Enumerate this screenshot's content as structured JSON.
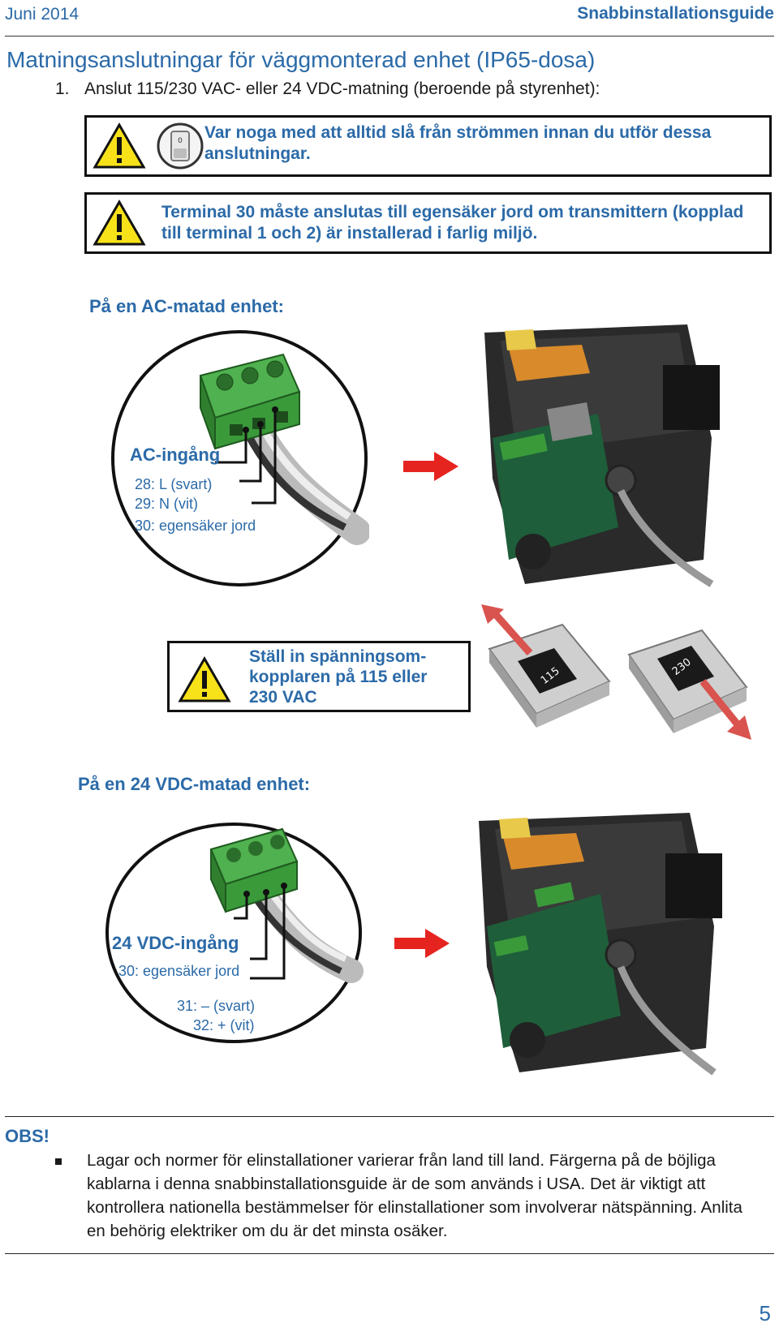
{
  "header": {
    "date": "Juni 2014",
    "guide": "Snabbinstallationsguide"
  },
  "section": {
    "title": "Matningsanslutningar för väggmonterad enhet (IP65-dosa)",
    "step_number": "1.",
    "step_text": "Anslut 115/230 VAC- eller 24 VDC-matning (beroende på styrenhet):"
  },
  "warnings": {
    "power_off": "Var noga med att alltid slå från strömmen innan du utför dessa anslutningar.",
    "terminal30": "Terminal 30 måste anslutas till egensäker jord om transmittern (kopplad till terminal 1 och 2) är installerad i farlig miljö.",
    "voltage_switch": "Ställ in spänningsom-kopplaren på 115 eller 230 VAC"
  },
  "ac": {
    "heading": "På en AC-matad enhet:",
    "input_label": "AC-ingång",
    "terminals": [
      "28: L (svart)",
      "29: N (vit)",
      "30: egensäker jord"
    ]
  },
  "switch": {
    "left_label": "115",
    "right_label": "230"
  },
  "dc": {
    "heading": "På en 24 VDC-matad enhet:",
    "input_label": "24 VDC-ingång",
    "terminals": [
      "30: egensäker jord",
      "31: – (svart)",
      "32: + (vit)"
    ]
  },
  "note": {
    "label": "OBS!",
    "text": "Lagar och normer för elinstallationer varierar från land till land. Färgerna på de böjliga kablarna i denna snabbinstallationsguide är de som används i USA. Det är viktigt att kontrollera nationella bestämmelser för elinstallationer som involverar nätspänning. Anlita en behörig elektriker om du är det minsta osäker."
  },
  "page_number": "5",
  "colors": {
    "accent": "#2b6aa8",
    "terminal_green": "#3a9a3a",
    "arrow_red": "#e52420",
    "warning_yellow": "#f7e21a"
  }
}
